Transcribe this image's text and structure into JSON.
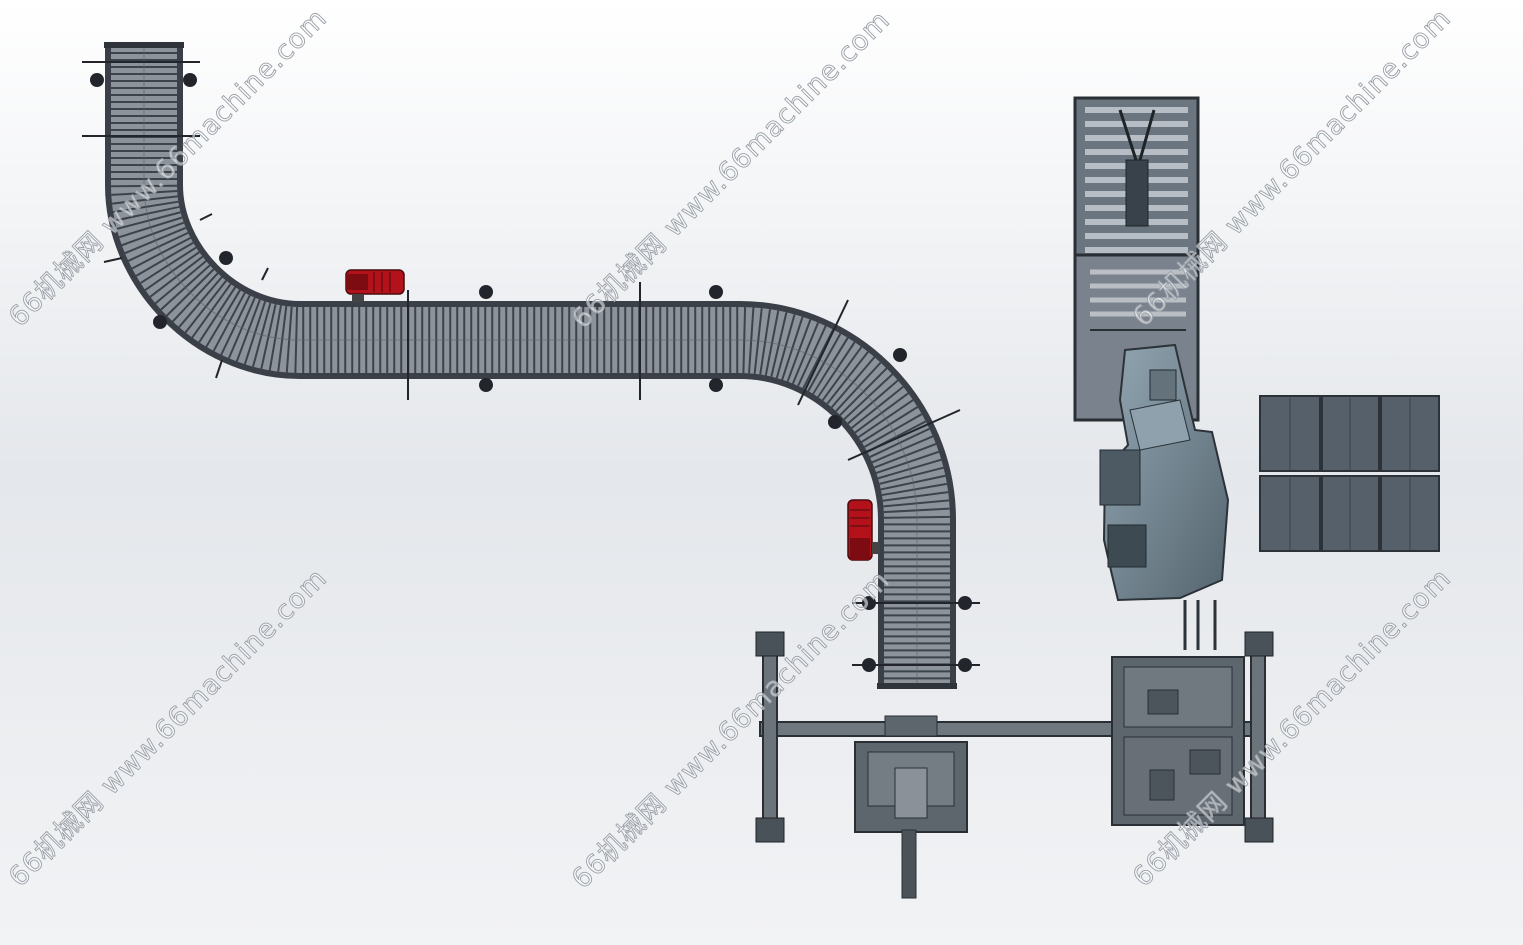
{
  "scene": {
    "background_top": "#ffffff",
    "background_mid": "#e6e8ec",
    "background_bottom": "#eef0f3",
    "frame_color": "#3a3f47",
    "roller_color": "#8f959d",
    "motor_color": "#b3121a",
    "robot_color": "#7a8f9c",
    "pallet_color": "#56606b"
  },
  "components": [
    {
      "id": "curved-roller-conveyor",
      "icon": "conveyor-icon"
    },
    {
      "id": "drive-motor",
      "icon": "motor-icon",
      "count": 2
    },
    {
      "id": "pallet-feeder",
      "icon": "stacker-icon"
    },
    {
      "id": "palletizing-robot",
      "icon": "robot-arm-icon"
    },
    {
      "id": "finished-pallet",
      "icon": "pallet-icon"
    },
    {
      "id": "gantry-frame",
      "icon": "gantry-icon"
    }
  ],
  "watermark": {
    "text": "66机械网 www.66machine.com"
  }
}
